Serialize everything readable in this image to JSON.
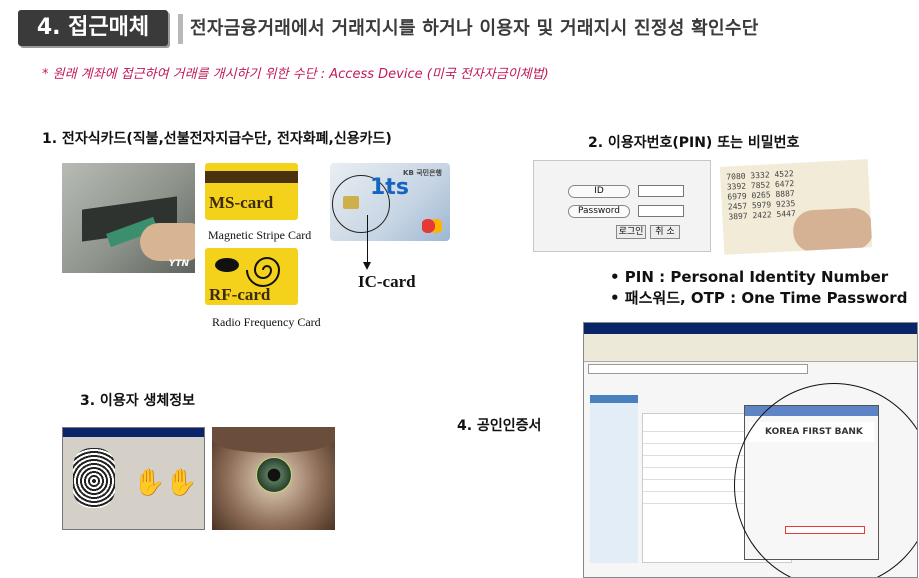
{
  "header": {
    "badge": "4. 접근매체",
    "title": "전자금융거래에서 거래지시를 하거나 이용자 및 거래지시 진정성 확인수단",
    "subtitle": "* 원래 계좌에 접근하여 거래를 개시하기 위한 수단 : Access Device (미국 전자자금이체법)"
  },
  "section1": {
    "heading": "1. 전자식카드(직불,선불전자지급수단, 전자화폐,신용카드)",
    "ms_card_label": "MS-card",
    "ms_caption": "Magnetic Stripe  Card",
    "rf_card_label": "RF-card",
    "rf_caption": "Radio Frequency  Card",
    "ic_label": "IC-card",
    "atm_logo": "YTN",
    "ic_card_text": "1ts",
    "ic_card_bank": "KB 국민은행"
  },
  "section2": {
    "heading": "2. 이용자번호(PIN) 또는 비밀번호",
    "id_label": "ID",
    "password_label": "Password",
    "login_button": "로그인",
    "cancel_button": "취 소",
    "bullet1": "• PIN : Personal Identity Number",
    "bullet2": "• 패스워드, OTP : One Time Password",
    "pin_numbers": "7080 3332 4522\n3392 7852 6472\n6979 0265 8887\n2457 5979 9235\n3897 2422 5447"
  },
  "section3": {
    "heading": "3. 이용자 생체정보"
  },
  "section4": {
    "heading": "4. 공인인증서",
    "bank_name": "KOREA FIRST BANK",
    "page_title": "Immediate Transfer",
    "side_title": "Money Transfer"
  }
}
